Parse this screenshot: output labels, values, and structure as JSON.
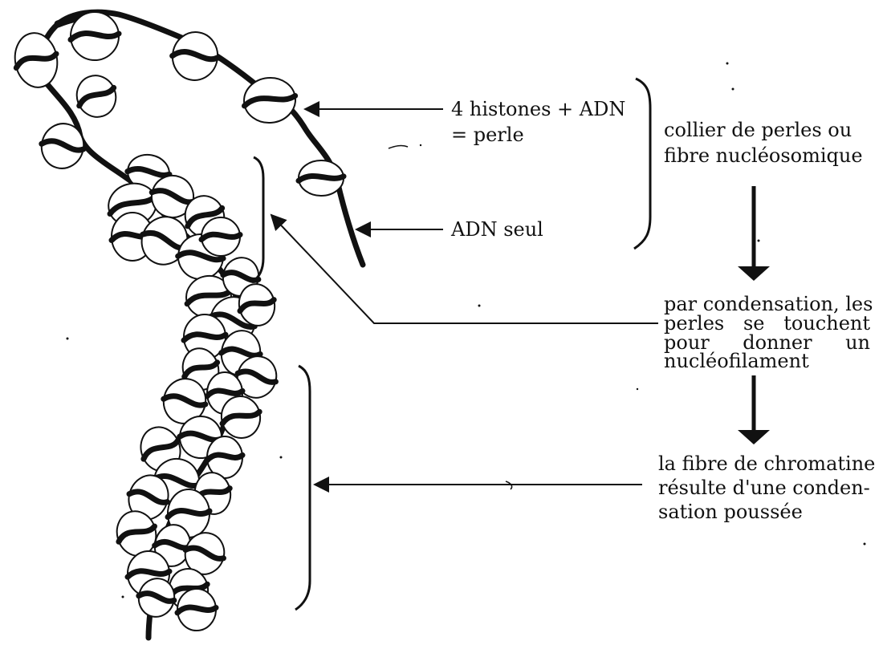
{
  "labels": {
    "perle_line1": "4 histones + ADN",
    "perle_line2": "= perle",
    "adn_seul": "ADN seul",
    "collier_line1": "collier de perles ou",
    "collier_line2": "fibre nucléosomique",
    "condensation_line1": "par condensation, les",
    "condensation_line2": "perles se touchent",
    "condensation_line3": "pour donner un",
    "condensation_line4": "nucléofilament",
    "chromatine_line1": "la fibre de chromatine",
    "chromatine_line2": "résulte d'une conden-",
    "chromatine_line3": "sation poussée"
  },
  "colors": {
    "ink": "#111111",
    "bead_fill": "#ffffff",
    "background": "#ffffff"
  }
}
